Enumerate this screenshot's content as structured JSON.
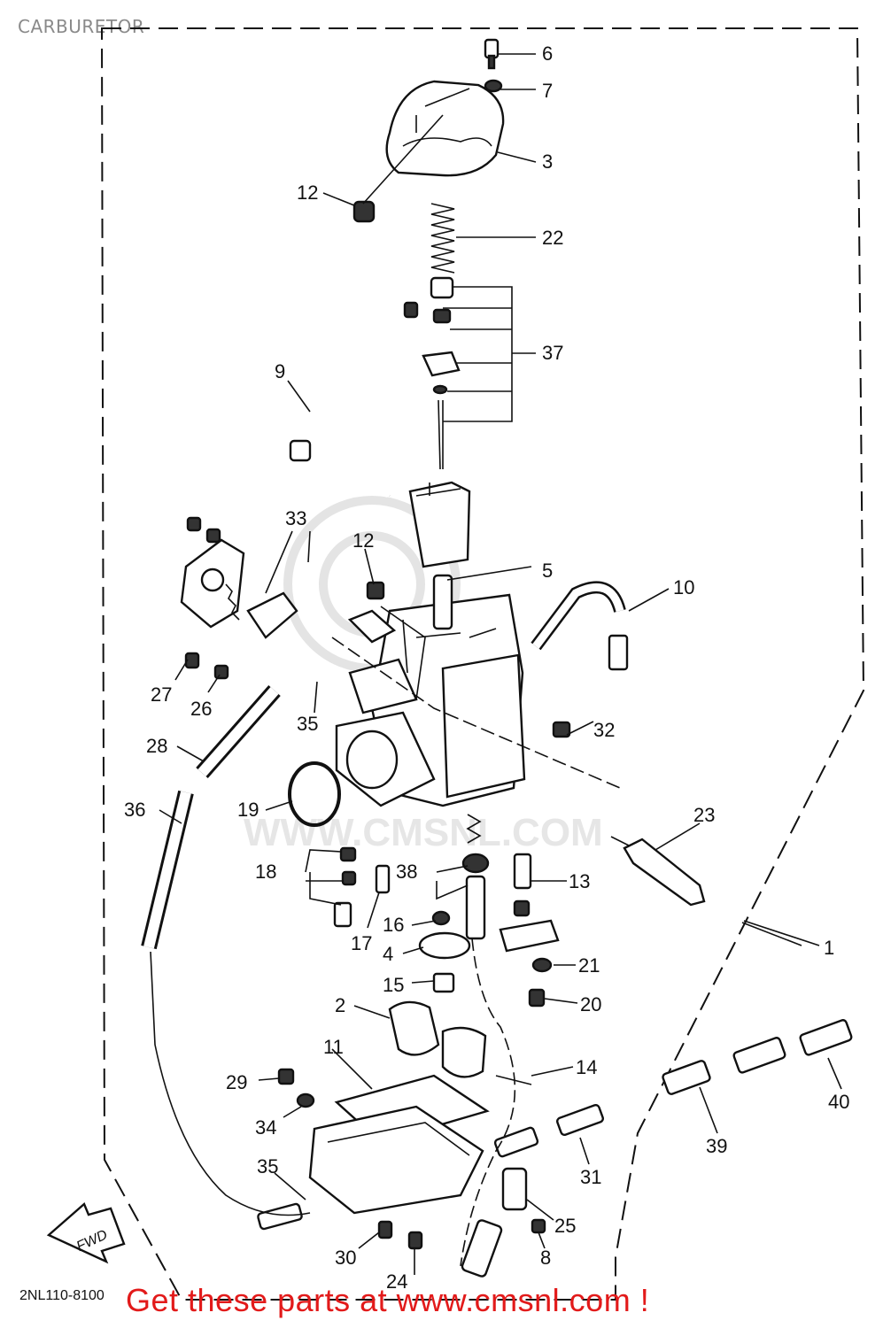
{
  "page": {
    "title": "CARBURETOR",
    "drawing_code": "2NL110-8100",
    "banner": "Get these parts at www.cmsnl.com !",
    "watermark_text": "WWW.CMSNL.COM",
    "fwd_label": "FWD",
    "banner_color": "#e21a1a"
  },
  "callouts": [
    {
      "num": "6"
    },
    {
      "num": "7"
    },
    {
      "num": "3"
    },
    {
      "num": "12"
    },
    {
      "num": "22"
    },
    {
      "num": "37"
    },
    {
      "num": "9"
    },
    {
      "num": "33"
    },
    {
      "num": "12"
    },
    {
      "num": "5"
    },
    {
      "num": "10"
    },
    {
      "num": "27"
    },
    {
      "num": "26"
    },
    {
      "num": "35"
    },
    {
      "num": "32"
    },
    {
      "num": "28"
    },
    {
      "num": "36"
    },
    {
      "num": "19"
    },
    {
      "num": "23"
    },
    {
      "num": "18"
    },
    {
      "num": "38"
    },
    {
      "num": "13"
    },
    {
      "num": "17"
    },
    {
      "num": "16"
    },
    {
      "num": "1"
    },
    {
      "num": "4"
    },
    {
      "num": "21"
    },
    {
      "num": "15"
    },
    {
      "num": "20"
    },
    {
      "num": "2"
    },
    {
      "num": "11"
    },
    {
      "num": "14"
    },
    {
      "num": "29"
    },
    {
      "num": "34"
    },
    {
      "num": "40"
    },
    {
      "num": "39"
    },
    {
      "num": "35"
    },
    {
      "num": "31"
    },
    {
      "num": "25"
    },
    {
      "num": "30"
    },
    {
      "num": "24"
    },
    {
      "num": "8"
    }
  ]
}
